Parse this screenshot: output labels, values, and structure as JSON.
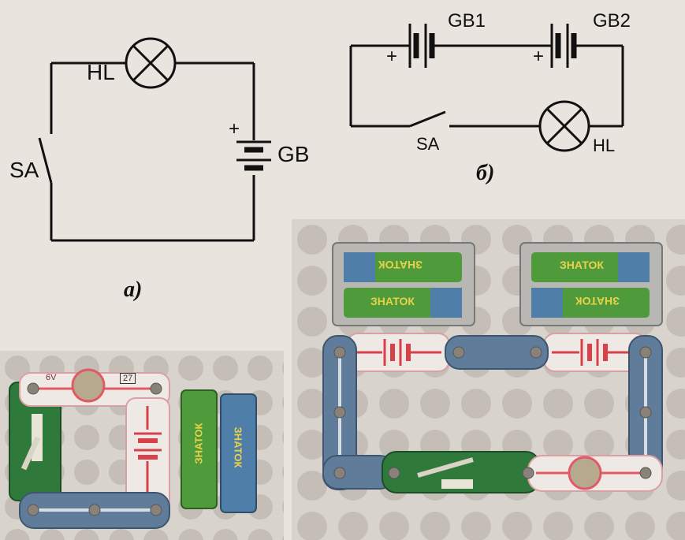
{
  "diagram_a": {
    "lamp_label": "HL",
    "switch_label": "SA",
    "battery_label": "GB",
    "plus_sign": "+",
    "caption": "а)"
  },
  "diagram_b": {
    "battery1_label": "GB1",
    "battery2_label": "GB2",
    "plus_sign_1": "+",
    "plus_sign_2": "+",
    "switch_label": "SA",
    "lamp_label": "HL",
    "caption": "б)"
  },
  "photo_left": {
    "voltage_label": "6V",
    "part_number": "27",
    "battery_brand_1": "ЗНАТОК",
    "battery_brand_2": "ЗНАТОК"
  },
  "photo_right": {
    "battery_brand_1": "ЗНАТОК",
    "battery_brand_2": "ЗНАТОК",
    "battery_brand_3": "ЗНАТОК",
    "battery_brand_4": "ЗНАТОК"
  },
  "colors": {
    "board": "#cfcac4",
    "battery_green": "#4f9b3b",
    "wire_blue": "#5f7d9a",
    "battery_symbol_red": "#d8404a",
    "switch_green": "#2f7a3a"
  }
}
